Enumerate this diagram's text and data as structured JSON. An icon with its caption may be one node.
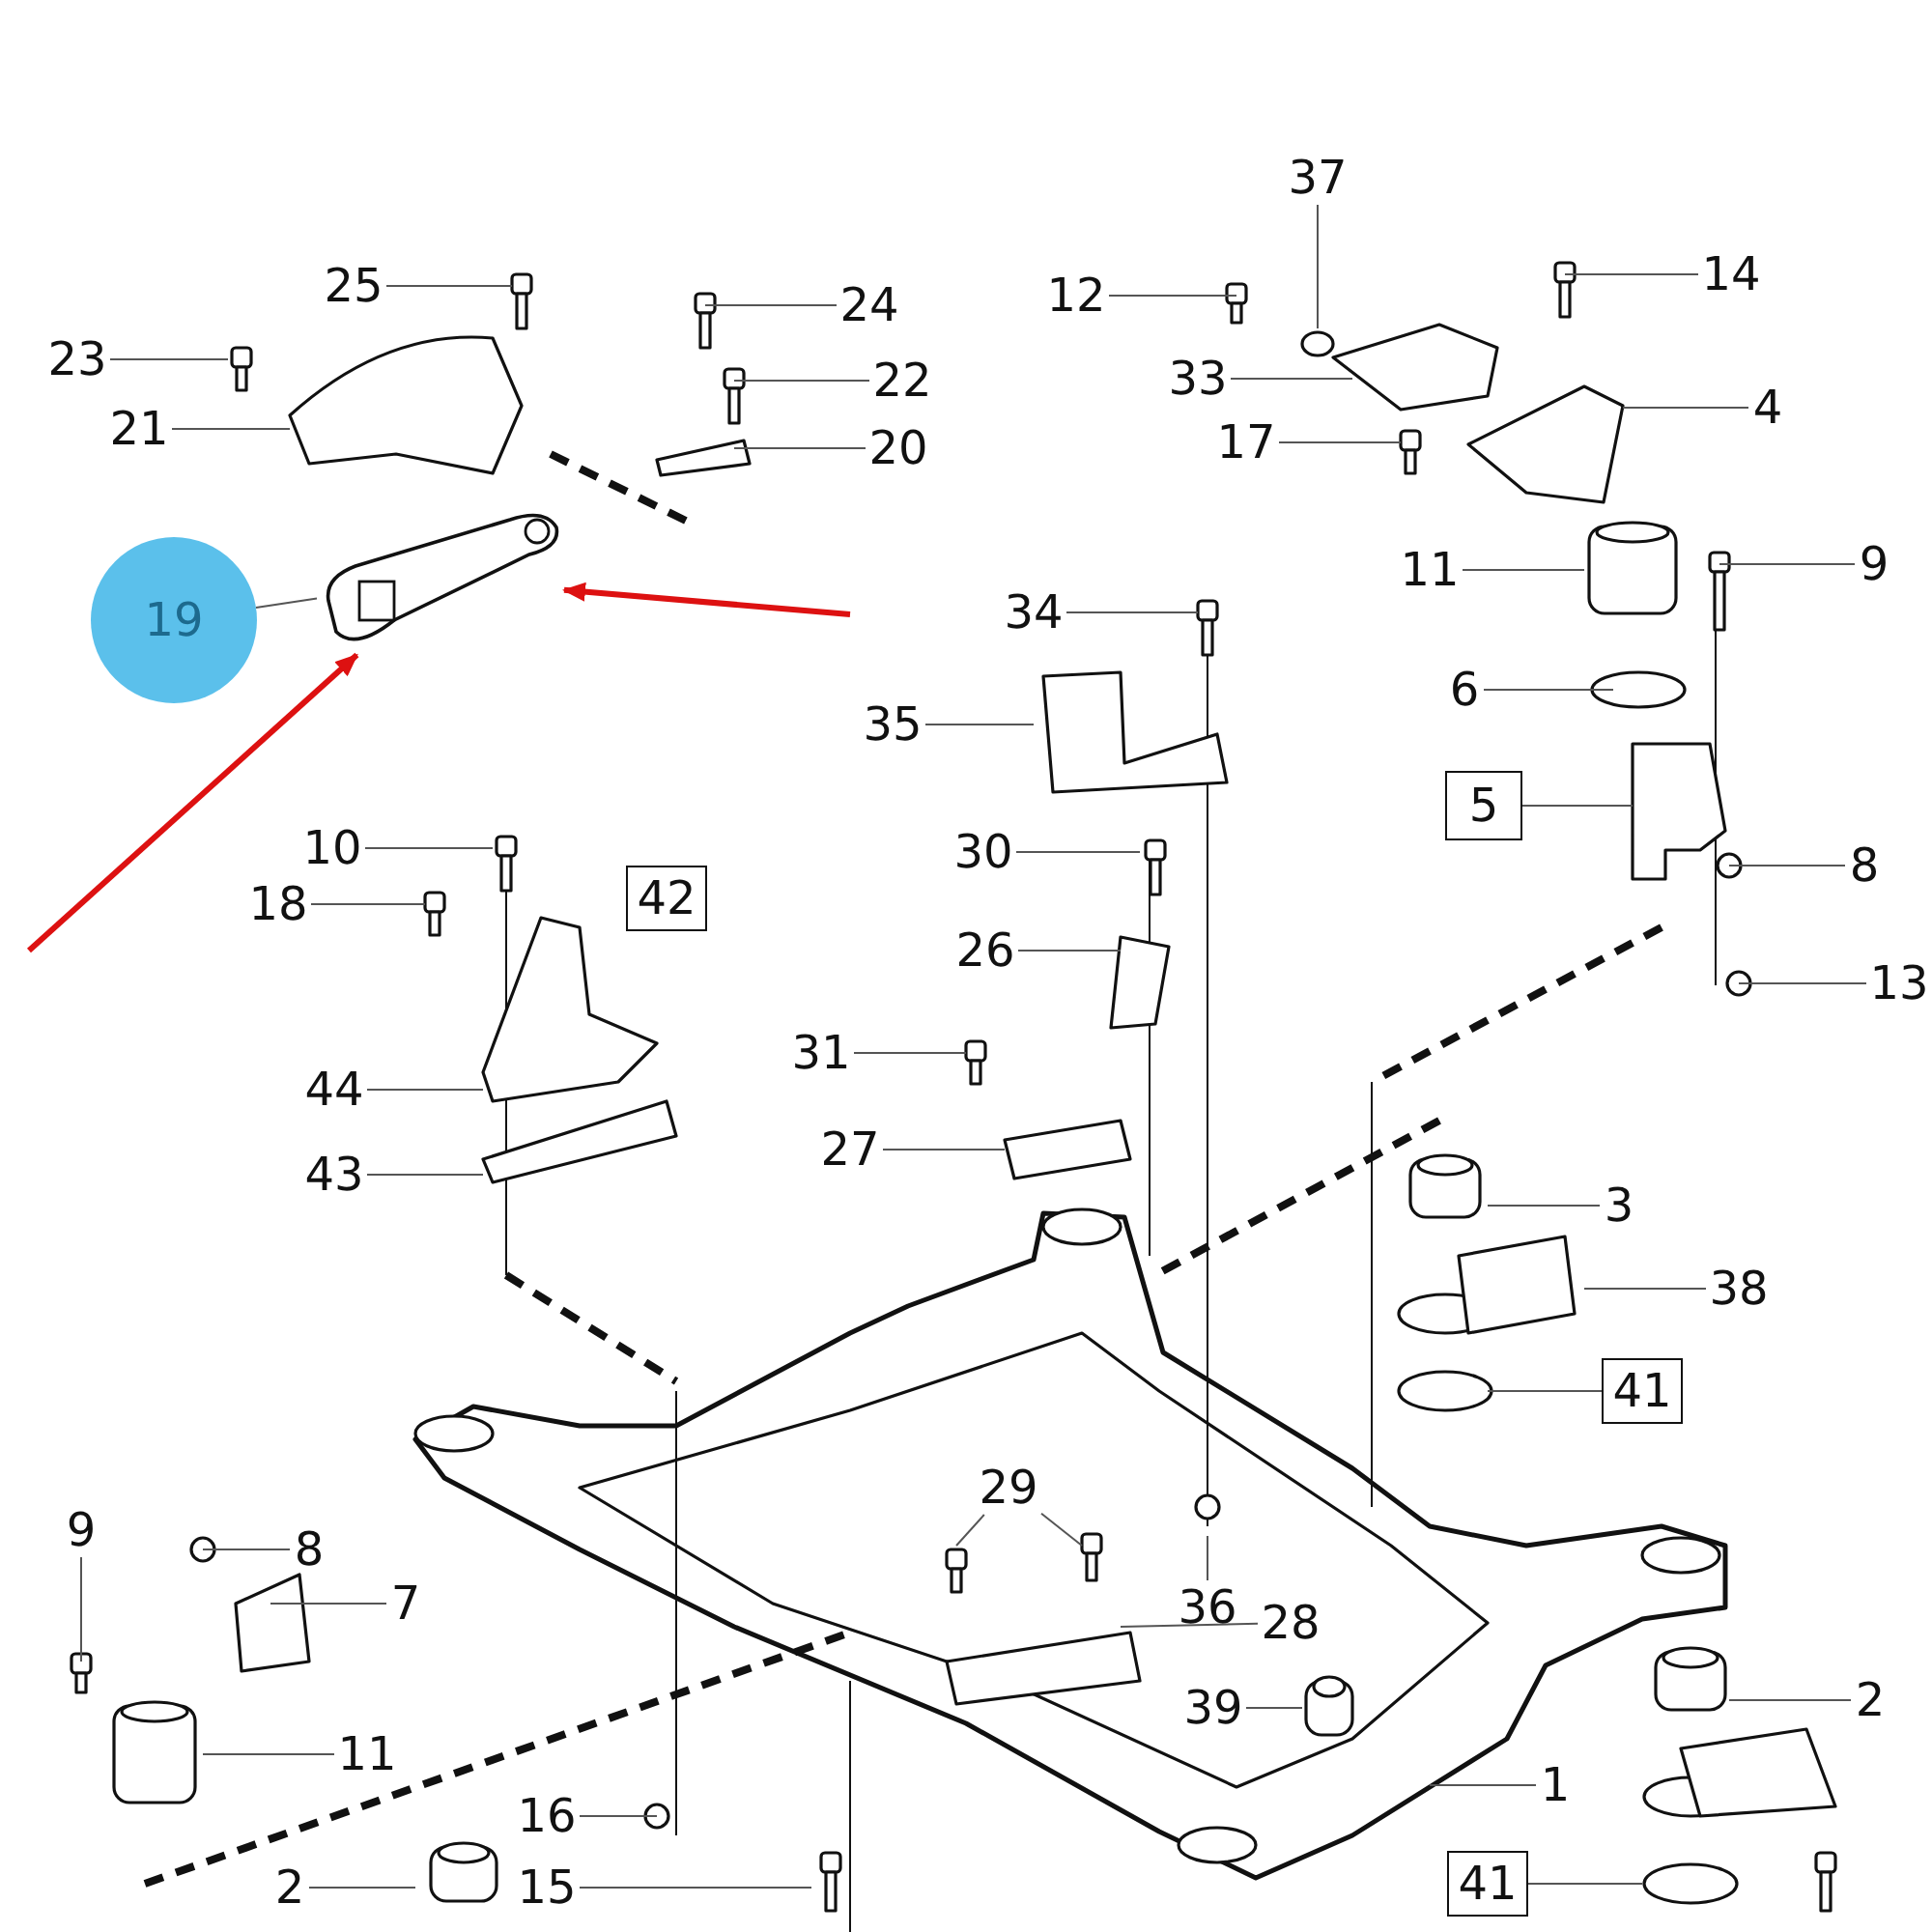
{
  "diagram": {
    "nodes": [
      {
        "text": [
          "25"
        ]
      },
      {
        "text": [
          "23"
        ]
      },
      {
        "text": [
          "21"
        ]
      },
      {
        "text": [
          "24"
        ]
      },
      {
        "text": [
          "22"
        ]
      },
      {
        "text": [
          "20"
        ]
      },
      {
        "text": [
          "19"
        ]
      },
      {
        "text": [],
        "shape": "picture"
      },
      {
        "text": [
          "37"
        ]
      },
      {
        "text": [
          "12"
        ]
      },
      {
        "text": [
          "14"
        ]
      },
      {
        "text": [
          "33"
        ]
      },
      {
        "text": [
          "4"
        ]
      },
      {
        "text": [
          "17"
        ]
      },
      {
        "text": [
          "11"
        ]
      },
      {
        "text": [
          "9"
        ]
      },
      {
        "text": [
          "34"
        ]
      },
      {
        "text": [
          "6"
        ]
      },
      {
        "text": [
          "35"
        ]
      },
      {
        "text": [
          "5"
        ]
      },
      {
        "text": [
          "10"
        ]
      },
      {
        "text": [
          "30"
        ]
      },
      {
        "text": [
          "18"
        ]
      },
      {
        "text": [
          "8"
        ]
      },
      {
        "text": [
          "13"
        ]
      },
      {
        "text": [
          "26"
        ]
      },
      {
        "text": [
          "31"
        ]
      },
      {
        "text": [
          "44"
        ]
      },
      {
        "text": [
          "27"
        ]
      },
      {
        "text": [
          "43"
        ]
      },
      {
        "text": [
          "3"
        ]
      },
      {
        "text": [
          "38"
        ]
      },
      {
        "text": [
          "41"
        ]
      },
      {
        "text": [
          "29"
        ]
      },
      {
        "text": [
          "36"
        ]
      },
      {
        "text": [
          "28"
        ]
      },
      {
        "text": [
          "9"
        ]
      },
      {
        "text": [
          "8"
        ]
      },
      {
        "text": [
          "7"
        ]
      },
      {
        "text": [
          "39"
        ]
      },
      {
        "text": [
          "11"
        ]
      },
      {
        "text": [
          "2"
        ]
      },
      {
        "text": [
          "1"
        ]
      },
      {
        "text": [
          "16"
        ]
      },
      {
        "text": [
          "15"
        ]
      },
      {
        "text": [
          "2"
        ]
      },
      {
        "text": [
          "41"
        ]
      },
      {
        "text": [
          "42"
        ]
      }
    ],
    "edges": [
      {
        "from": 0,
        "to": null,
        "arrow": "none"
      },
      {
        "from": 1,
        "to": null,
        "arrow": "none"
      },
      {
        "from": 2,
        "to": null,
        "arrow": "none"
      },
      {
        "from": 3,
        "to": null,
        "arrow": "none"
      },
      {
        "from": 4,
        "to": null,
        "arrow": "none"
      },
      {
        "from": 5,
        "to": null,
        "arrow": "none"
      },
      {
        "from": 6,
        "to": 7,
        "arrow": "none"
      },
      {
        "from": 8,
        "to": null,
        "arrow": "none"
      },
      {
        "from": 9,
        "to": null,
        "arrow": "none"
      },
      {
        "from": 10,
        "to": null,
        "arrow": "none"
      },
      {
        "from": 11,
        "to": null,
        "arrow": "none"
      },
      {
        "from": 12,
        "to": null,
        "arrow": "none"
      },
      {
        "from": 13,
        "to": null,
        "arrow": "none"
      },
      {
        "from": 14,
        "to": null,
        "arrow": "none"
      },
      {
        "from": 15,
        "to": null,
        "arrow": "none"
      },
      {
        "from": 16,
        "to": null,
        "arrow": "none"
      },
      {
        "from": 17,
        "to": null,
        "arrow": "none"
      },
      {
        "from": 18,
        "to": null,
        "arrow": "none"
      },
      {
        "from": 19,
        "to": null,
        "arrow": "none"
      },
      {
        "from": 20,
        "to": null,
        "arrow": "none"
      },
      {
        "from": 21,
        "to": null,
        "arrow": "none"
      },
      {
        "from": 22,
        "to": null,
        "arrow": "none"
      },
      {
        "from": 23,
        "to": null,
        "arrow": "none"
      },
      {
        "from": 24,
        "to": null,
        "arrow": "none"
      },
      {
        "from": 25,
        "to": null,
        "arrow": "none"
      },
      {
        "from": 26,
        "to": null,
        "arrow": "none"
      },
      {
        "from": 27,
        "to": null,
        "arrow": "none"
      },
      {
        "from": 28,
        "to": null,
        "arrow": "none"
      },
      {
        "from": 29,
        "to": null,
        "arrow": "none"
      },
      {
        "from": 30,
        "to": null,
        "arrow": "none"
      },
      {
        "from": 31,
        "to": null,
        "arrow": "none"
      },
      {
        "from": 32,
        "to": null,
        "arrow": "none"
      },
      {
        "from": 33,
        "to": null,
        "arrow": "none"
      },
      {
        "from": 33,
        "to": null,
        "arrow": "none"
      },
      {
        "from": 34,
        "to": null,
        "arrow": "none"
      },
      {
        "from": 35,
        "to": null,
        "arrow": "none"
      },
      {
        "from": 36,
        "to": null,
        "arrow": "none"
      },
      {
        "from": 37,
        "to": null,
        "arrow": "none"
      },
      {
        "from": 38,
        "to": null,
        "arrow": "none"
      },
      {
        "from": 39,
        "to": null,
        "arrow": "none"
      },
      {
        "from": 40,
        "to": null,
        "arrow": "none"
      },
      {
        "from": 41,
        "to": null,
        "arrow": "none"
      },
      {
        "from": 42,
        "to": null,
        "arrow": "none"
      },
      {
        "from": 43,
        "to": null,
        "arrow": "none"
      },
      {
        "from": 44,
        "to": null,
        "arrow": "none"
      },
      {
        "from": 45,
        "to": null,
        "arrow": "none"
      },
      {
        "from": 46,
        "to": null,
        "arrow": "none"
      },
      {
        "from": null,
        "to": 7,
        "arrow": "to",
        "style": "thick",
        "color": "#dd1111"
      },
      {
        "from": null,
        "to": 7,
        "arrow": "to",
        "style": "thick",
        "color": "#dd1111"
      }
    ]
  }
}
